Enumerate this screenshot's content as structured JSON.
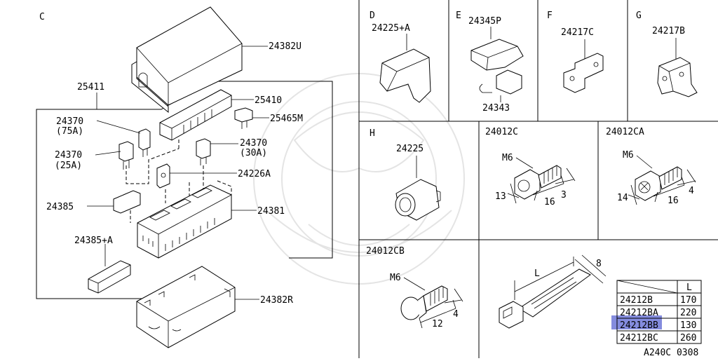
{
  "sections": {
    "c": "C",
    "d": "D",
    "e": "E",
    "f": "F",
    "g": "G",
    "h": "H",
    "c24012c": "24012C",
    "c24012ca": "24012CA",
    "c24012cb": "24012CB"
  },
  "parts": {
    "p24382u": "24382U",
    "p25411": "25411",
    "p25410": "25410",
    "p24370_75": "24370",
    "amp75": "(75A)",
    "p25465m": "25465M",
    "p24370_25": "24370",
    "amp25": "(25A)",
    "p24370_30": "24370",
    "amp30": "(30A)",
    "p24226a": "24226A",
    "p24385": "24385",
    "p24381": "24381",
    "p24385a": "24385+A",
    "p24382r": "24382R",
    "p24225a": "24225+A",
    "p24345p": "24345P",
    "p24343": "24343",
    "p24217c": "24217C",
    "p24217b": "24217B",
    "p24225": "24225"
  },
  "bolts": {
    "c": {
      "thread": "M6",
      "d1": "13",
      "d2": "16",
      "d3": "3"
    },
    "ca": {
      "thread": "M6",
      "d1": "14",
      "d2": "16",
      "d3": "4"
    },
    "cb": {
      "thread": "M6",
      "d1": "12",
      "d2": "4"
    }
  },
  "strap": {
    "length_label": "L",
    "width_label": "8"
  },
  "length_table": {
    "header": "L",
    "rows": [
      {
        "part": "24212B",
        "length": "170"
      },
      {
        "part": "24212BA",
        "length": "220"
      },
      {
        "part": "24212BB",
        "length": "130"
      },
      {
        "part": "24212BC",
        "length": "260"
      }
    ],
    "highlight_row": 2,
    "highlight_color": "#6f78d8"
  },
  "diagram_code": "A240C 0308"
}
